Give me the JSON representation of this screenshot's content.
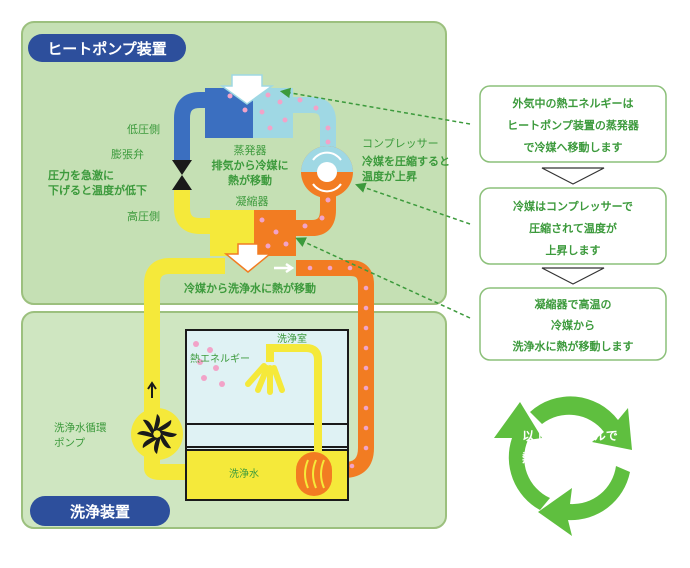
{
  "sections": {
    "heatpump_title": "ヒートポンプ装置",
    "washer_title": "洗浄装置"
  },
  "labels": {
    "low_pressure": "低圧側",
    "expansion_valve": "膨張弁",
    "valve_note_line1": "圧力を急激に",
    "valve_note_line2": "下げると温度が低下",
    "high_pressure": "高圧側",
    "evaporator": "蒸発器",
    "evap_note_line1": "排気から冷媒に",
    "evap_note_line2": "熱が移動",
    "compressor": "コンプレッサー",
    "comp_note_line1": "冷媒を圧縮すると",
    "comp_note_line2": "温度が上昇",
    "condenser": "凝縮器",
    "transfer_note": "冷媒から洗浄水に熱が移動",
    "wash_room": "洗浄室",
    "heat_energy": "熱エネルギー",
    "wash_water": "洗浄水",
    "pump_line1": "洗浄水循環",
    "pump_line2": "ポンプ"
  },
  "steps": [
    {
      "line1": "外気中の熱エネルギーは",
      "line2": "ヒートポンプ装置の蒸発器",
      "line3": "で冷媒へ移動します"
    },
    {
      "line1": "冷媒はコンプレッサーで",
      "line2": "圧縮されて温度が",
      "line3": "上昇します"
    },
    {
      "line1": "凝縮器で高温の",
      "line2": "冷媒から",
      "line3": "洗浄水に熱が移動します"
    }
  ],
  "cycle": {
    "line1": "以上のサイクルで",
    "line2": "熱が回収されます"
  },
  "colors": {
    "panel_fill": "#c5e0b4",
    "panel_border": "#9cc07e",
    "title_pill": "#2d4f9c",
    "pipe_blue": "#3b6fc0",
    "pipe_yellow": "#f5e93a",
    "pipe_orange": "#f27c22",
    "evap_cyan": "#9fd8e4",
    "label_green": "#3c9a3c",
    "recycle_green": "#5fbf3f",
    "dash_green": "#3c9a3c",
    "dot_pink": "#f2a3c8"
  }
}
